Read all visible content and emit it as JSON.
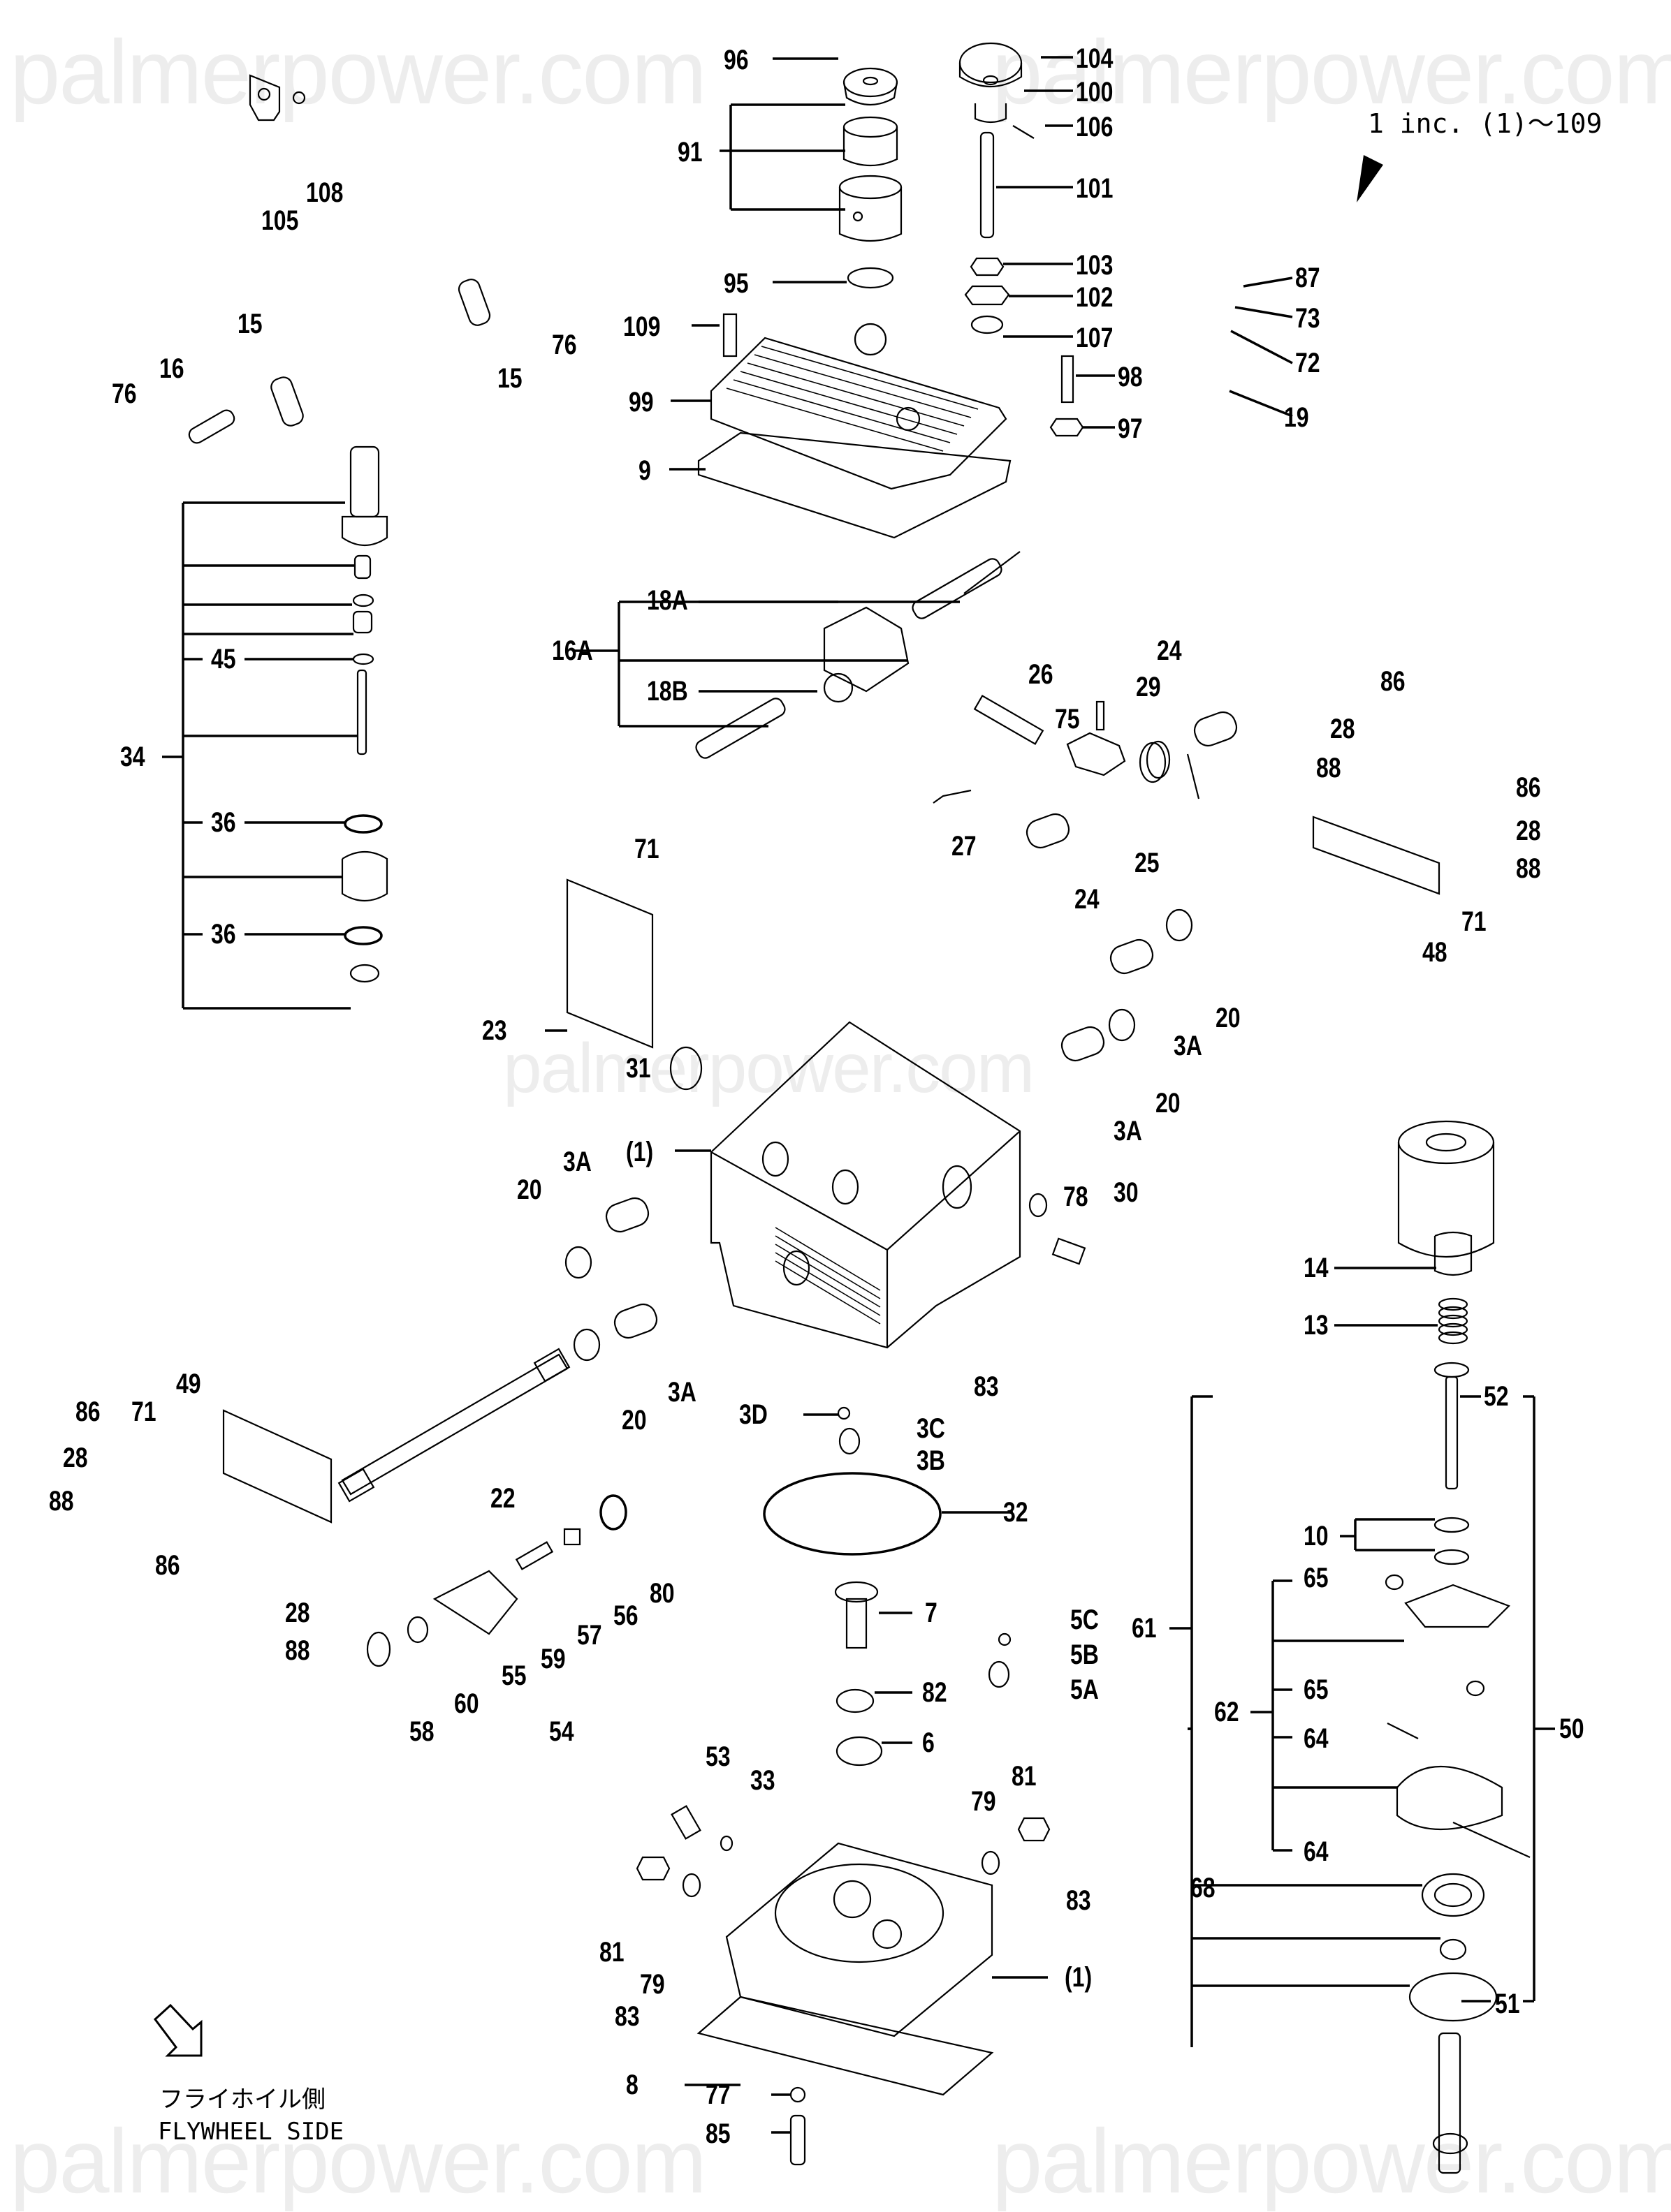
{
  "watermark": {
    "text": "palmerpower.com",
    "color": "#ededed"
  },
  "header_note": {
    "text": "1 inc. (1)〜109",
    "arrow_icon": "filled-triangle-pointer"
  },
  "orientation": {
    "arrow_icon": "hollow-arrow-down-right",
    "label_jp": "フライホイル側",
    "label_en": "FLYWHEEL SIDE"
  },
  "callouts": [
    {
      "id": "c96",
      "text": "96"
    },
    {
      "id": "c104",
      "text": "104"
    },
    {
      "id": "c100",
      "text": "100"
    },
    {
      "id": "c106",
      "text": "106"
    },
    {
      "id": "c91",
      "text": "91"
    },
    {
      "id": "c101",
      "text": "101"
    },
    {
      "id": "c103",
      "text": "103"
    },
    {
      "id": "c95",
      "text": "95"
    },
    {
      "id": "c102",
      "text": "102"
    },
    {
      "id": "c109",
      "text": "109"
    },
    {
      "id": "c107",
      "text": "107"
    },
    {
      "id": "c98",
      "text": "98"
    },
    {
      "id": "c99",
      "text": "99"
    },
    {
      "id": "c97",
      "text": "97"
    },
    {
      "id": "c9",
      "text": "9"
    },
    {
      "id": "c87",
      "text": "87"
    },
    {
      "id": "c73",
      "text": "73"
    },
    {
      "id": "c72",
      "text": "72"
    },
    {
      "id": "c19",
      "text": "19"
    },
    {
      "id": "c105",
      "text": "105"
    },
    {
      "id": "c108",
      "text": "108"
    },
    {
      "id": "c15a",
      "text": "15"
    },
    {
      "id": "c15b",
      "text": "15"
    },
    {
      "id": "c76a",
      "text": "76"
    },
    {
      "id": "c76b",
      "text": "76"
    },
    {
      "id": "c16",
      "text": "16"
    },
    {
      "id": "c18A",
      "text": "18A"
    },
    {
      "id": "c16A",
      "text": "16A"
    },
    {
      "id": "c18B",
      "text": "18B"
    },
    {
      "id": "c26",
      "text": "26"
    },
    {
      "id": "c75",
      "text": "75"
    },
    {
      "id": "c29",
      "text": "29"
    },
    {
      "id": "c24a",
      "text": "24"
    },
    {
      "id": "c27",
      "text": "27"
    },
    {
      "id": "c24b",
      "text": "24"
    },
    {
      "id": "c25",
      "text": "25"
    },
    {
      "id": "c45",
      "text": "45"
    },
    {
      "id": "c34",
      "text": "34"
    },
    {
      "id": "c36a",
      "text": "36"
    },
    {
      "id": "c36b",
      "text": "36"
    },
    {
      "id": "c71a",
      "text": "71"
    },
    {
      "id": "c23",
      "text": "23"
    },
    {
      "id": "c31",
      "text": "31"
    },
    {
      "id": "c1a",
      "text": "(1)"
    },
    {
      "id": "c86a",
      "text": "86"
    },
    {
      "id": "c28a",
      "text": "28"
    },
    {
      "id": "c88a",
      "text": "88"
    },
    {
      "id": "c86b",
      "text": "86"
    },
    {
      "id": "c28b",
      "text": "28"
    },
    {
      "id": "c88b",
      "text": "88"
    },
    {
      "id": "c71b",
      "text": "71"
    },
    {
      "id": "c48",
      "text": "48"
    },
    {
      "id": "c20a",
      "text": "20"
    },
    {
      "id": "c3Aa",
      "text": "3A"
    },
    {
      "id": "c20b",
      "text": "20"
    },
    {
      "id": "c3Ab",
      "text": "3A"
    },
    {
      "id": "c78",
      "text": "78"
    },
    {
      "id": "c30",
      "text": "30"
    },
    {
      "id": "c20c",
      "text": "20"
    },
    {
      "id": "c3Ac",
      "text": "3A"
    },
    {
      "id": "c20d",
      "text": "20"
    },
    {
      "id": "c3Ad",
      "text": "3A"
    },
    {
      "id": "c83a",
      "text": "83"
    },
    {
      "id": "c3D",
      "text": "3D"
    },
    {
      "id": "c3C",
      "text": "3C"
    },
    {
      "id": "c3B",
      "text": "3B"
    },
    {
      "id": "c14",
      "text": "14"
    },
    {
      "id": "c13",
      "text": "13"
    },
    {
      "id": "c52",
      "text": "52"
    },
    {
      "id": "c49",
      "text": "49"
    },
    {
      "id": "c71c",
      "text": "71"
    },
    {
      "id": "c86c",
      "text": "86"
    },
    {
      "id": "c28c",
      "text": "28"
    },
    {
      "id": "c88c",
      "text": "88"
    },
    {
      "id": "c22",
      "text": "22"
    },
    {
      "id": "c32",
      "text": "32"
    },
    {
      "id": "c86d",
      "text": "86"
    },
    {
      "id": "c28d",
      "text": "28"
    },
    {
      "id": "c88d",
      "text": "88"
    },
    {
      "id": "c80",
      "text": "80"
    },
    {
      "id": "c56",
      "text": "56"
    },
    {
      "id": "c57",
      "text": "57"
    },
    {
      "id": "c59",
      "text": "59"
    },
    {
      "id": "c55",
      "text": "55"
    },
    {
      "id": "c60",
      "text": "60"
    },
    {
      "id": "c58",
      "text": "58"
    },
    {
      "id": "c54",
      "text": "54"
    },
    {
      "id": "c10",
      "text": "10"
    },
    {
      "id": "c7",
      "text": "7"
    },
    {
      "id": "c5C",
      "text": "5C"
    },
    {
      "id": "c5B",
      "text": "5B"
    },
    {
      "id": "c5A",
      "text": "5A"
    },
    {
      "id": "c82",
      "text": "82"
    },
    {
      "id": "c6",
      "text": "6"
    },
    {
      "id": "c65a",
      "text": "65"
    },
    {
      "id": "c61",
      "text": "61"
    },
    {
      "id": "c65b",
      "text": "65"
    },
    {
      "id": "c62",
      "text": "62"
    },
    {
      "id": "c64a",
      "text": "64"
    },
    {
      "id": "c50",
      "text": "50"
    },
    {
      "id": "c64b",
      "text": "64"
    },
    {
      "id": "c53",
      "text": "53"
    },
    {
      "id": "c33",
      "text": "33"
    },
    {
      "id": "c79a",
      "text": "79"
    },
    {
      "id": "c81a",
      "text": "81"
    },
    {
      "id": "c83b",
      "text": "83"
    },
    {
      "id": "c81b",
      "text": "81"
    },
    {
      "id": "c79b",
      "text": "79"
    },
    {
      "id": "c1b",
      "text": "(1)"
    },
    {
      "id": "c83c",
      "text": "83"
    },
    {
      "id": "c68",
      "text": "68"
    },
    {
      "id": "c8",
      "text": "8"
    },
    {
      "id": "c77",
      "text": "77"
    },
    {
      "id": "c85",
      "text": "85"
    },
    {
      "id": "c51",
      "text": "51"
    }
  ]
}
